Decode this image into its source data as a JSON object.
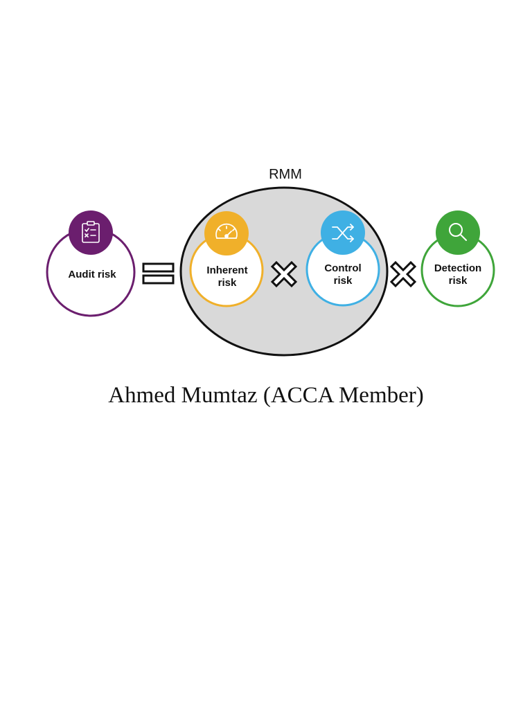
{
  "diagram": {
    "group_label": "RMM",
    "nodes": {
      "audit_risk": {
        "label": "Audit risk",
        "color": "#6B1E6E",
        "icon": "clipboard-checklist-icon"
      },
      "inherent_risk": {
        "label_line1": "Inherent",
        "label_line2": "risk",
        "color": "#F0B02A",
        "icon": "gauge-icon"
      },
      "control_risk": {
        "label_line1": "Control",
        "label_line2": "risk",
        "color": "#3FB0E4",
        "icon": "shuffle-icon"
      },
      "detection_risk": {
        "label_line1": "Detection",
        "label_line2": "risk",
        "color": "#3FA53A",
        "icon": "magnifier-icon"
      }
    },
    "operators": [
      "equals",
      "multiply",
      "multiply"
    ],
    "group_fill": "#D9D9D9"
  },
  "author": "Ahmed Mumtaz (ACCA Member)"
}
